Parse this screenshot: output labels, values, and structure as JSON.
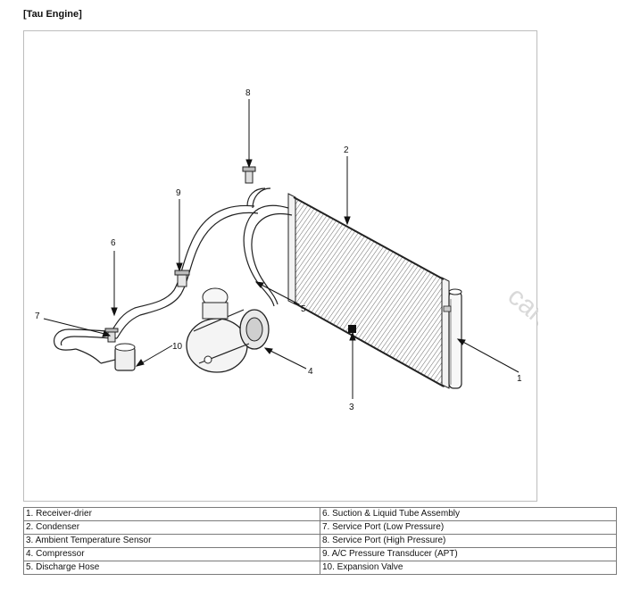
{
  "heading": "[Tau Engine]",
  "watermark": "cardiagn.co",
  "callouts": [
    "1",
    "2",
    "3",
    "4",
    "5",
    "6",
    "7",
    "8",
    "9",
    "10"
  ],
  "legend": {
    "left": [
      "1. Receiver-drier",
      "2. Condenser",
      "3. Ambient Temperature Sensor",
      "4. Compressor",
      "5. Discharge Hose"
    ],
    "right": [
      "6. Suction & Liquid Tube Assembly",
      "7. Service Port (Low Pressure)",
      "8. Service Port (High Pressure)",
      "9. A/C Pressure Transducer (APT)",
      "10. Expansion Valve"
    ]
  }
}
